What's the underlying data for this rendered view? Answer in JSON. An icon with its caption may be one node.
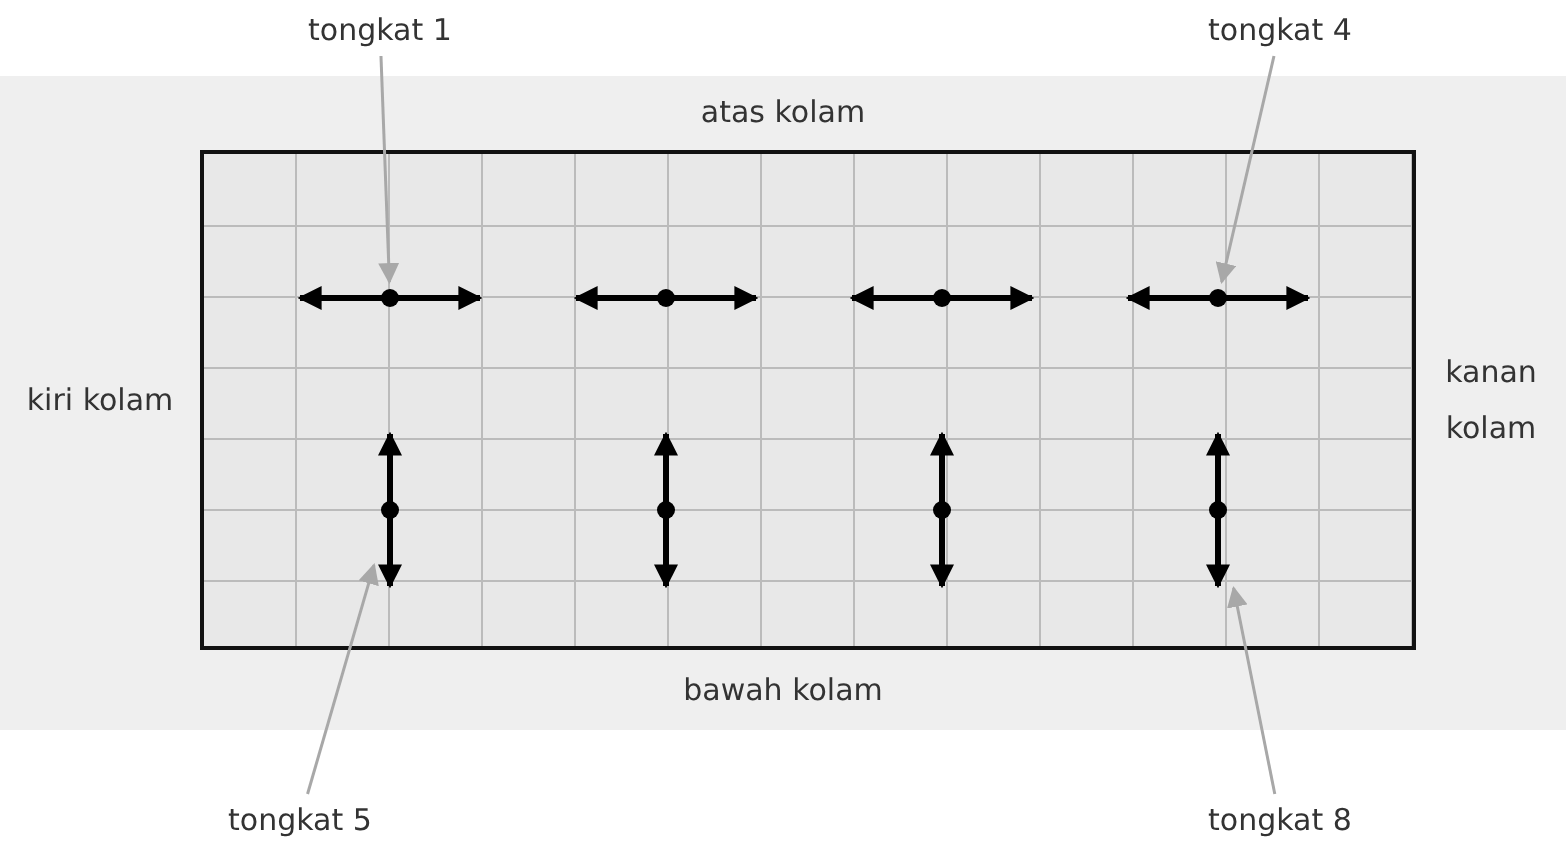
{
  "diagram": {
    "nodes": [
      {
        "text": [
          "tongkat 1"
        ]
      },
      {
        "text": [
          "tongkat 4"
        ]
      },
      {
        "text": [
          "atas kolam"
        ]
      },
      {
        "text": [
          "kiri kolam"
        ]
      },
      {
        "text": [
          "kanan kolam"
        ]
      },
      {
        "text": [],
        "shape": "box"
      },
      {
        "text": [],
        "shape": "bar",
        "in": 5
      },
      {
        "text": [],
        "shape": "bar",
        "in": 5
      },
      {
        "text": [],
        "shape": "bar",
        "in": 5
      },
      {
        "text": [],
        "shape": "bar",
        "in": 5
      },
      {
        "text": [],
        "shape": "bar",
        "in": 5
      },
      {
        "text": [],
        "shape": "bar",
        "in": 5
      },
      {
        "text": [],
        "shape": "bar",
        "in": 5
      },
      {
        "text": [],
        "shape": "bar",
        "in": 5
      },
      {
        "text": [
          "bawah kolam"
        ]
      },
      {
        "text": [
          "tongkat 5"
        ]
      },
      {
        "text": [
          "tongkat 8"
        ]
      }
    ],
    "edges": [
      {
        "from": 0,
        "to": 6,
        "arrow": "to"
      },
      {
        "from": 1,
        "to": 9,
        "arrow": "to"
      },
      {
        "from": 15,
        "to": 10,
        "arrow": "to"
      },
      {
        "from": 16,
        "to": 13,
        "arrow": "to"
      }
    ]
  }
}
